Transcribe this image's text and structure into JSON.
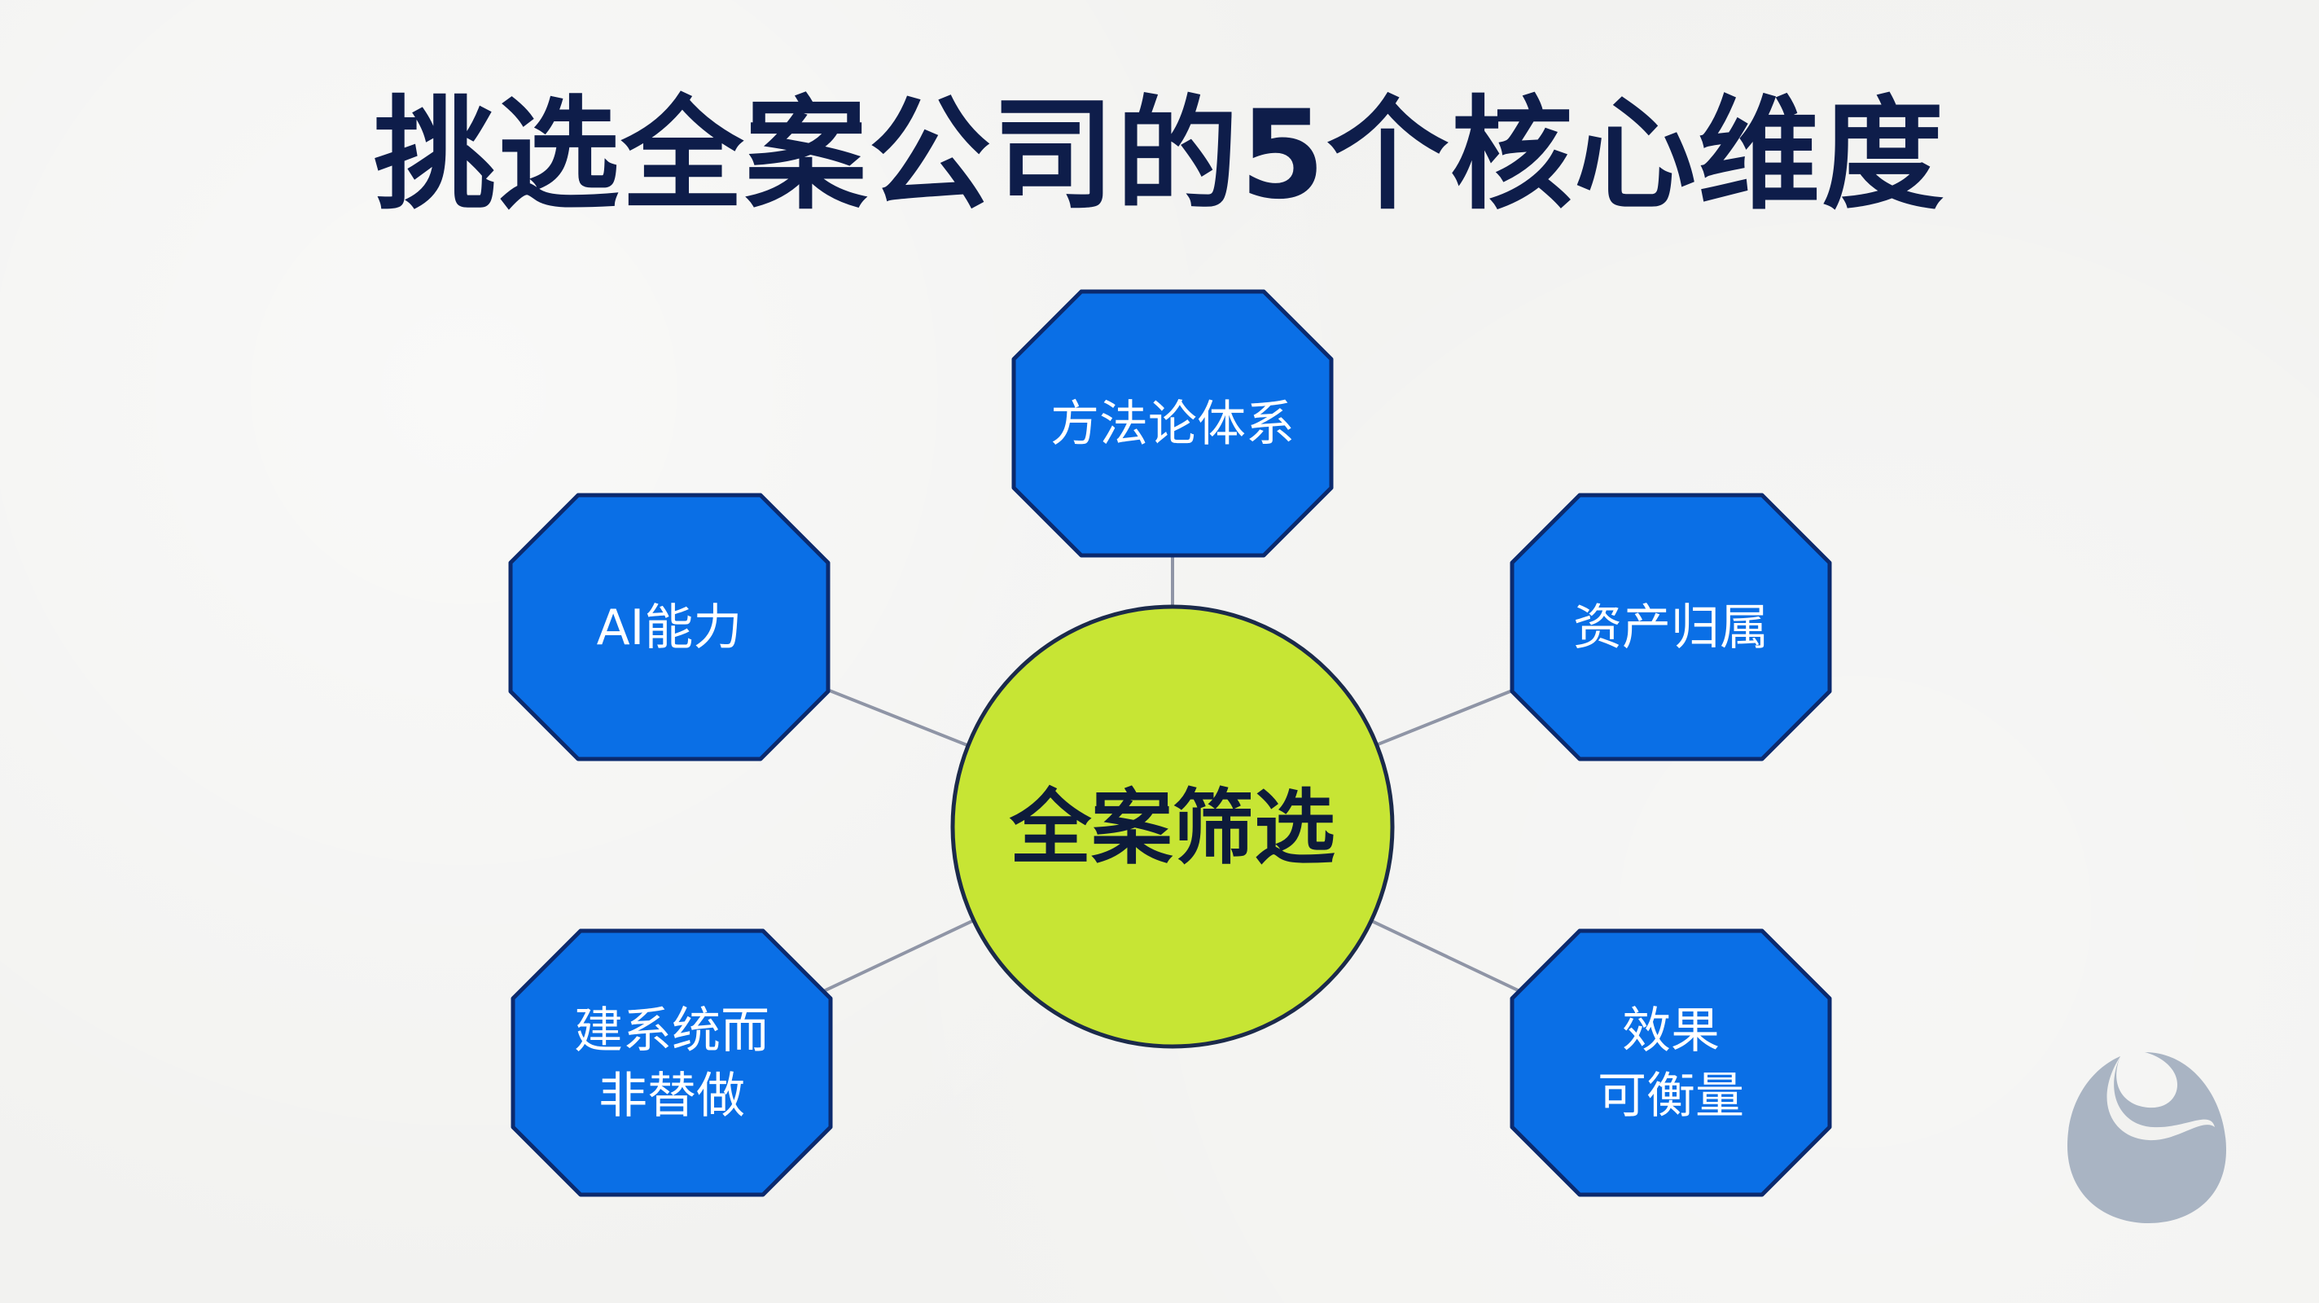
{
  "title": "挑选全案公司的5个核心维度",
  "center": {
    "label": "全案筛选",
    "fill": "#c7e534",
    "stroke": "#1b2a4a"
  },
  "colors": {
    "node_fill": "#0a6fe6",
    "node_stroke": "#0b2a6e",
    "connector": "#8f95a6",
    "title": "#0e1d4a",
    "logo": "#a9b4c3"
  },
  "nodes": [
    {
      "id": "methodology",
      "lines": [
        "方法论体系"
      ]
    },
    {
      "id": "asset-ownership",
      "lines": [
        "资产归属"
      ]
    },
    {
      "id": "ai-capability",
      "lines": [
        "AI能力"
      ]
    },
    {
      "id": "build-system",
      "lines": [
        "建系统而",
        "非替做"
      ]
    },
    {
      "id": "measurable-results",
      "lines": [
        "效果",
        "可衡量"
      ]
    }
  ],
  "logo_icon": "abstract-drop-logo-icon"
}
